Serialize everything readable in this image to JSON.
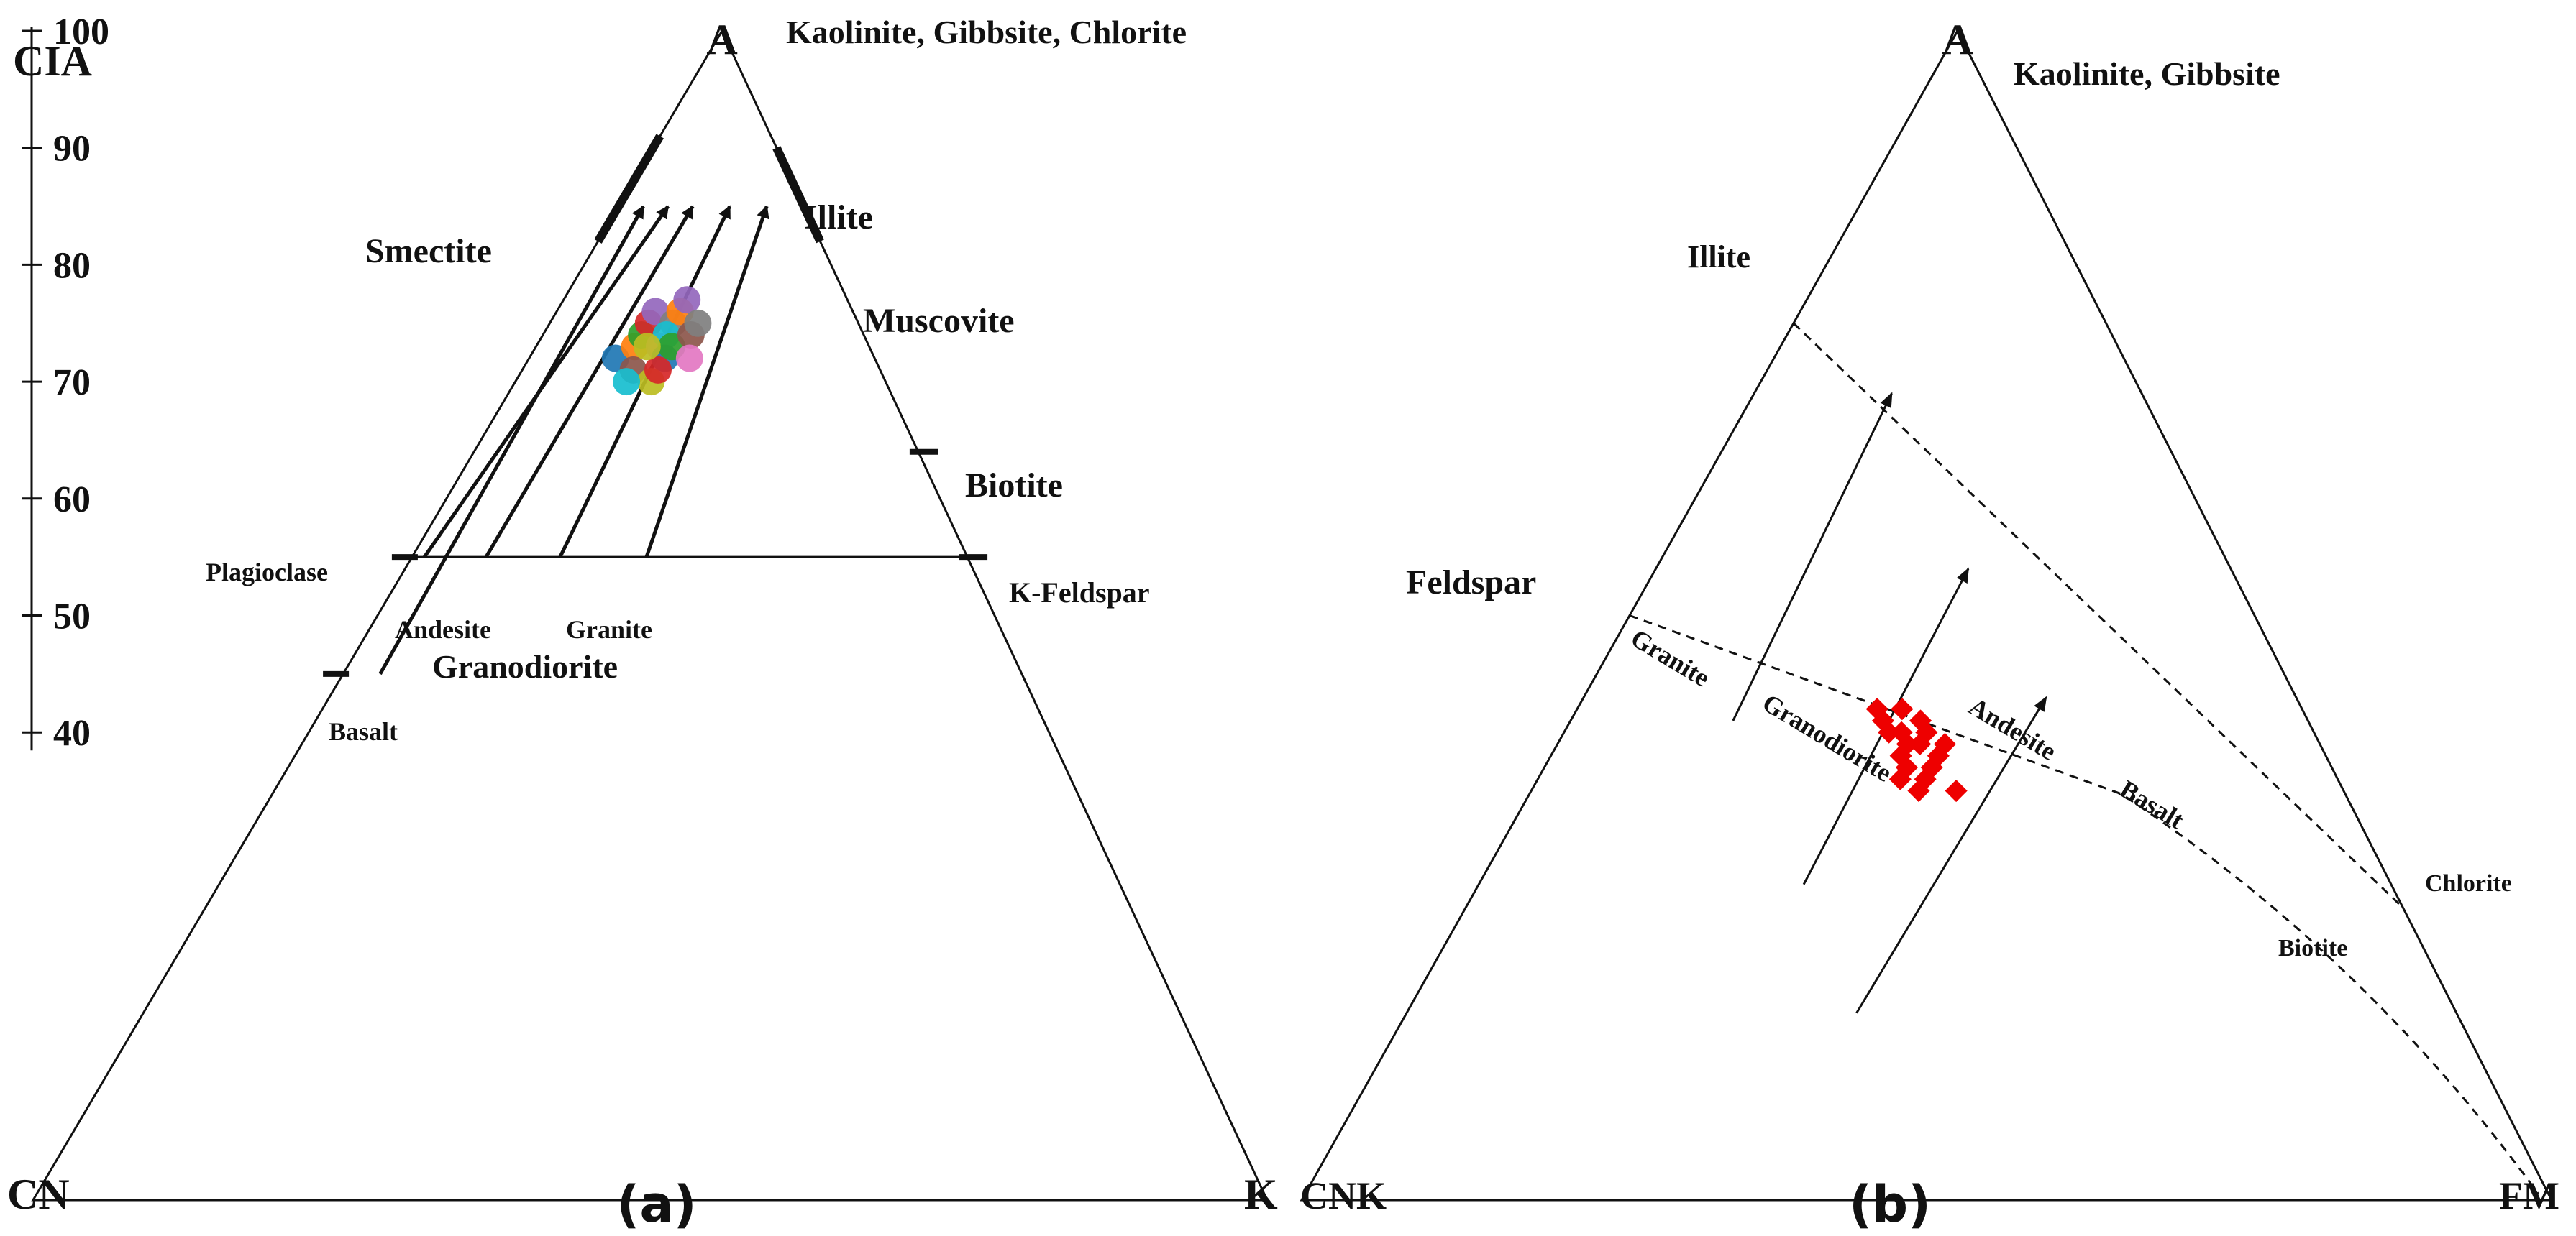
{
  "colors": {
    "line": "#111111",
    "points_a": [
      "#1f77b4",
      "#ff7f0e",
      "#2ca02c",
      "#d62728",
      "#9467bd",
      "#8c564b",
      "#e377c2",
      "#7f7f7f",
      "#bcbd22",
      "#17becf"
    ],
    "points_b": "#ee0000"
  },
  "chart_data": [
    {
      "type": "scatter",
      "subtype": "ternary",
      "panel_label": "(a)",
      "vertices": {
        "top": "A",
        "left": "CN",
        "right": "K"
      },
      "vertex_note": "Kaolinite, Gibbsite, Chlorite",
      "cia_axis": {
        "title": "CIA",
        "ticks": [
          100,
          90,
          80,
          70,
          60,
          50,
          40
        ],
        "range": [
          40,
          100
        ]
      },
      "feldspar_join_cia": 55,
      "minerals": [
        {
          "label": "Smectite",
          "kind": "bar",
          "side": "left",
          "cia_range": [
            82,
            91
          ]
        },
        {
          "label": "Illite",
          "kind": "bar",
          "side": "right",
          "cia_range": [
            82,
            90
          ]
        },
        {
          "label": "Muscovite",
          "kind": "text",
          "side": "right"
        },
        {
          "label": "Biotite",
          "kind": "tick",
          "side": "right",
          "cia": 64
        },
        {
          "label": "K-Feldspar",
          "kind": "tick",
          "side": "right",
          "cia": 55
        },
        {
          "label": "Plagioclase",
          "kind": "tick",
          "side": "left",
          "cia": 55
        },
        {
          "label": "Basalt",
          "kind": "tick",
          "side": "left",
          "cia": 45
        }
      ],
      "rock_labels": [
        "Andesite",
        "Granite",
        "Granodiorite"
      ],
      "trends": [
        {
          "from": [
            45,
            52,
            3
          ],
          "to": [
            85,
            13,
            2
          ]
        },
        {
          "from": [
            55,
            44,
            1
          ],
          "to": [
            85,
            11,
            4
          ]
        },
        {
          "from": [
            55,
            39,
            6
          ],
          "to": [
            85,
            9,
            6
          ]
        },
        {
          "from": [
            55,
            33,
            12
          ],
          "to": [
            85,
            6,
            9
          ]
        },
        {
          "from": [
            55,
            26,
            19
          ],
          "to": [
            85,
            3,
            12
          ]
        }
      ],
      "series": [
        {
          "points": [
            [
              72,
              21,
              7
            ],
            [
              73,
              19,
              8
            ],
            [
              74,
              18,
              8
            ],
            [
              75,
              17,
              8
            ],
            [
              76,
              16,
              8
            ],
            [
              71,
              20,
              9
            ],
            [
              73,
              17,
              10
            ],
            [
              75,
              15,
              10
            ],
            [
              70,
              19,
              11
            ],
            [
              74,
              16,
              10
            ],
            [
              72,
              17,
              11
            ],
            [
              76,
              14,
              10
            ],
            [
              73,
              16,
              11
            ],
            [
              71,
              18,
              11
            ],
            [
              77,
              13,
              10
            ],
            [
              74,
              14,
              12
            ],
            [
              72,
              15,
              13
            ],
            [
              75,
              13,
              12
            ],
            [
              73,
              18,
              9
            ],
            [
              70,
              21,
              9
            ]
          ]
        }
      ]
    },
    {
      "type": "scatter",
      "subtype": "ternary",
      "panel_label": "(b)",
      "vertices": {
        "top": "A",
        "left": "CNK",
        "right": "FM"
      },
      "vertex_note": "Kaolinite, Gibbsite",
      "minerals": [
        {
          "label": "Illite",
          "side": "left"
        },
        {
          "label": "Feldspar",
          "side": "left"
        },
        {
          "label": "Chlorite",
          "side": "right"
        },
        {
          "label": "Biotite",
          "side": "base"
        }
      ],
      "rock_labels": [
        "Granite",
        "Granodiorite",
        "Andesite",
        "Basalt"
      ],
      "trends": [
        {
          "from": [
            41,
            46,
            13
          ],
          "to": [
            69,
            20,
            11
          ]
        },
        {
          "from": [
            27,
            47,
            26
          ],
          "to": [
            54,
            21,
            25
          ]
        },
        {
          "from": [
            16,
            48,
            36
          ],
          "to": [
            43,
            20,
            37
          ]
        }
      ],
      "series": [
        {
          "points": [
            [
              42,
              34,
              24
            ],
            [
              41,
              34,
              25
            ],
            [
              40,
              34,
              26
            ],
            [
              38,
              34,
              28
            ],
            [
              39,
              32,
              29
            ],
            [
              40,
              31,
              29
            ],
            [
              37,
              34,
              29
            ],
            [
              36,
              35,
              29
            ],
            [
              39,
              33,
              28
            ],
            [
              38,
              31,
              31
            ],
            [
              36,
              33,
              31
            ],
            [
              35,
              34,
              31
            ],
            [
              37,
              32,
              31
            ],
            [
              35,
              31,
              34
            ],
            [
              40,
              33,
              27
            ],
            [
              42,
              32,
              26
            ],
            [
              41,
              31,
              28
            ],
            [
              39,
              30,
              31
            ]
          ]
        }
      ]
    }
  ]
}
